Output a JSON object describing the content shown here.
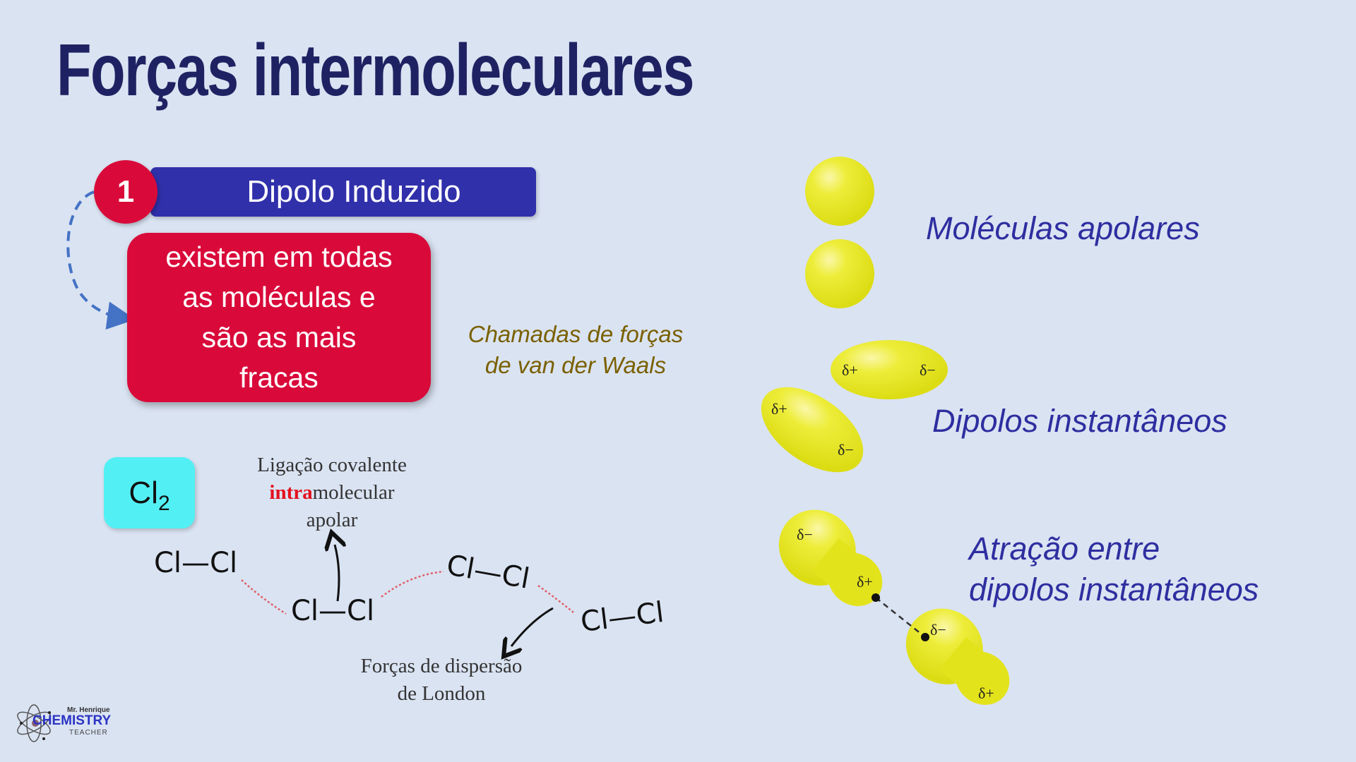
{
  "slide": {
    "title": "Forças intermoleculares",
    "background_color": "#dae3f2"
  },
  "section": {
    "number": "1",
    "heading": "Dipolo Induzido",
    "description_lines": [
      "existem em todas",
      "as moléculas e",
      "são as mais",
      "fracas"
    ],
    "note_lines": [
      "Chamadas de forças",
      "de van der Waals"
    ],
    "colors": {
      "badge": "#d90a3a",
      "heading_bar": "#3030ab",
      "note": "#7a6000"
    }
  },
  "example": {
    "formula_main": "Cl",
    "formula_sub": "2",
    "molecules": [
      "Cl—Cl",
      "Cl—Cl",
      "Cl—Cl",
      "Cl—Cl"
    ],
    "bond_label": {
      "prefix": "",
      "highlight": "intra",
      "line1": "Ligação covalente",
      "line2_rest": "molecular",
      "line3": "apolar"
    },
    "dispersion_label_lines": [
      "Forças de dispersão",
      "de London"
    ]
  },
  "diagram": {
    "labels": {
      "apolar": "Moléculas apolares",
      "instantaneous": "Dipolos instantâneos",
      "attraction_line1": "Atração entre",
      "attraction_line2": "dipolos instantâneos"
    },
    "charges": {
      "plus": "δ+",
      "minus": "δ−"
    }
  },
  "logo": {
    "top_text": "Mr. Henrique",
    "main_text": "CHEMISTRY",
    "bottom_text": "TEACHER"
  }
}
